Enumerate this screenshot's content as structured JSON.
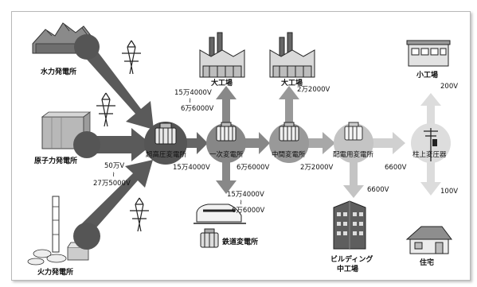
{
  "colors": {
    "dark": "#555555",
    "mid": "#8c8c8c",
    "light": "#bdbdbd",
    "faint": "#dadada"
  },
  "labels": {
    "hydro": "水力発電所",
    "nuclear": "原子力発電所",
    "thermal": "火力発電所",
    "primary_sub": "超高圧変電所",
    "first_sub": "一次変電所",
    "mid_sub": "中間変電所",
    "dist_sub": "配電用変電所",
    "pole_transformer": "柱上変圧器",
    "large_factory_1": "大工場",
    "large_factory_2": "大工場",
    "small_factory": "小工場",
    "railway_sub": "鉄道変電所",
    "building_line1": "ビルディング",
    "building_line2": "中工場",
    "house": "住宅"
  },
  "voltages": {
    "gen_line1": "50万V",
    "gen_tilde": "≀",
    "gen_line2": "27万5000V",
    "to_first": "15万4000V",
    "up_line1": "15万4000V",
    "up_tilde": "≀",
    "up_line2": "6万6000V",
    "to_mid": "6万6000V",
    "mid_up": "2万2000V",
    "to_dist": "2万2000V",
    "rail_line1": "15万4000V",
    "rail_tilde": "≀",
    "rail_line2": "6万6000V",
    "to_pole": "6600V",
    "dist_down": "6600V",
    "small_up": "200V",
    "house_down": "100V"
  }
}
